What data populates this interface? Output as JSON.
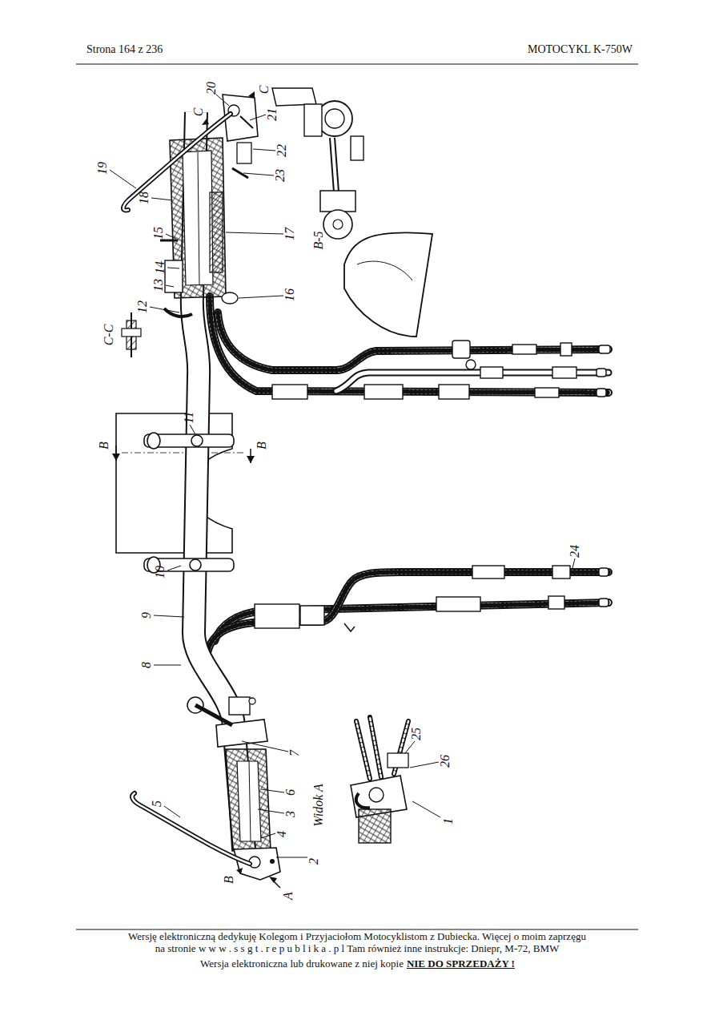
{
  "diagram": {
    "labels": [
      "Strona 164 z 236",
      "MOTOCYKL K-750W",
      "1",
      "2",
      "3",
      "4",
      "5",
      "6",
      "7",
      "8",
      "9",
      "10",
      "11",
      "12",
      "13",
      "14",
      "15",
      "16",
      "17",
      "18",
      "19",
      "20",
      "21",
      "22",
      "23",
      "24",
      "25",
      "26",
      "A",
      "B",
      "B",
      "B",
      "C",
      "C",
      "C-C",
      "B-5",
      "Widok A",
      "Wersję elektroniczną dedykuję Kolegom i Przyjaciołom Motocyklistom z Dubiecka. Więcej o moim zaprzęgu",
      "na stronie w w w . s s g t . r e p u b l i k a . p l Tam również inne instrukcje: Dniepr, M-72, BMW",
      "Wersja elektroniczna lub drukowane z niej kopie",
      "NIE DO SPRZEDAŻY !"
    ]
  }
}
